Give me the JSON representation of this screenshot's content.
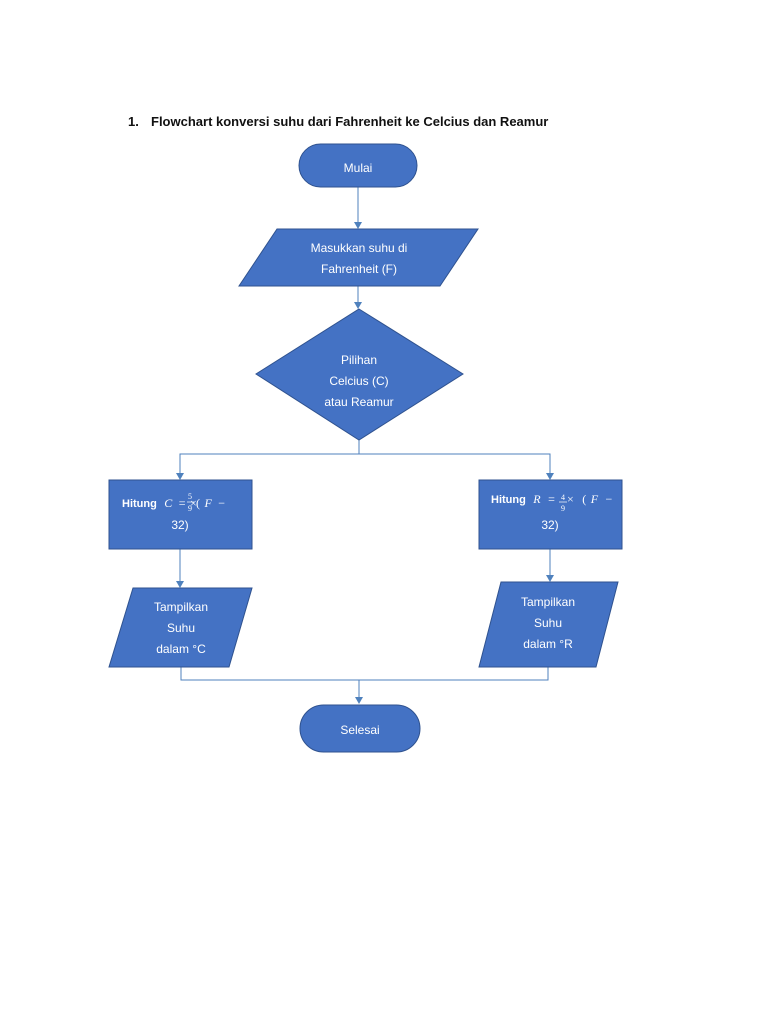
{
  "heading": {
    "number": "1.",
    "text": "Flowchart konversi suhu dari Fahrenheit ke Celcius dan Reamur"
  },
  "flowchart": {
    "start": "Mulai",
    "input": [
      "Masukkan suhu di",
      "Fahrenheit (F)"
    ],
    "decision": [
      "Pilihan",
      "Celcius (C)",
      "atau Reamur"
    ],
    "process_left": {
      "prefix": "Hitung",
      "var": "C",
      "eq": "=",
      "num": "5",
      "den": "9",
      "times": "×",
      "paren_open": "(",
      "fvar": "F",
      "minus": "−",
      "line2": "32)"
    },
    "process_right": {
      "prefix": "Hitung",
      "var": "R",
      "eq": "=",
      "num": "4",
      "den": "9",
      "times": "×",
      "paren_open": "(",
      "fvar": "F",
      "minus": "−",
      "line2": "32)"
    },
    "output_left": [
      "Tampilkan",
      "Suhu",
      "dalam °C"
    ],
    "output_right": [
      "Tampilkan",
      "Suhu",
      "dalam °R"
    ],
    "end": "Selesai"
  },
  "colors": {
    "shape_fill": "#4472c4",
    "shape_border": "#2f528f",
    "connector": "#4f81bd",
    "text": "#ffffff"
  }
}
